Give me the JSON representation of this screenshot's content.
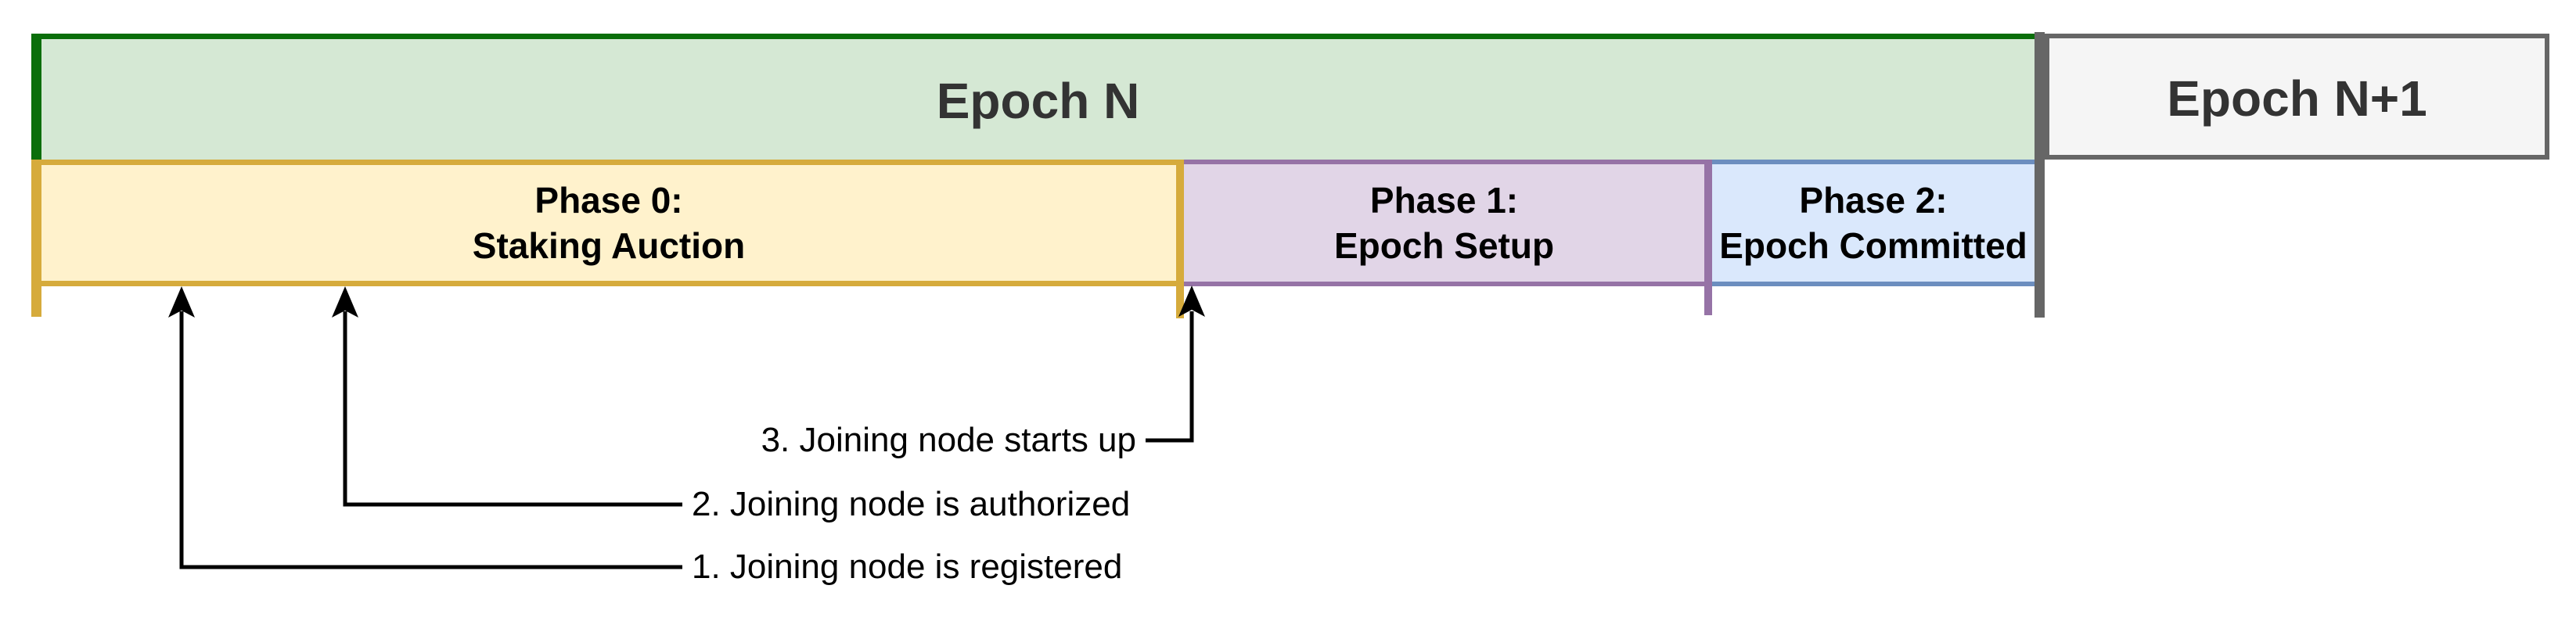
{
  "diagram": {
    "title_row": {
      "epoch_n": {
        "label": "Epoch N",
        "fill": "#d5e8d4",
        "border": "#0a6e0a"
      },
      "epoch_n1": {
        "label": "Epoch N+1",
        "fill": "#f5f5f5",
        "border": "#666666"
      }
    },
    "phases": [
      {
        "title": "Phase 0:",
        "subtitle": "Staking Auction",
        "fill": "#fff2cc",
        "border": "#d6ab3c"
      },
      {
        "title": "Phase 1:",
        "subtitle": "Epoch Setup",
        "fill": "#e1d5e7",
        "border": "#9673a6"
      },
      {
        "title": "Phase 2:",
        "subtitle": "Epoch Committed",
        "fill": "#dae8fc",
        "border": "#6c8ebf"
      }
    ],
    "epoch_boundary_color": "#666666",
    "annotation_color": "#000000",
    "annotations": [
      {
        "label": "1. Joining node is registered"
      },
      {
        "label": "2. Joining node is authorized"
      },
      {
        "label": "3. Joining node starts up"
      }
    ]
  }
}
